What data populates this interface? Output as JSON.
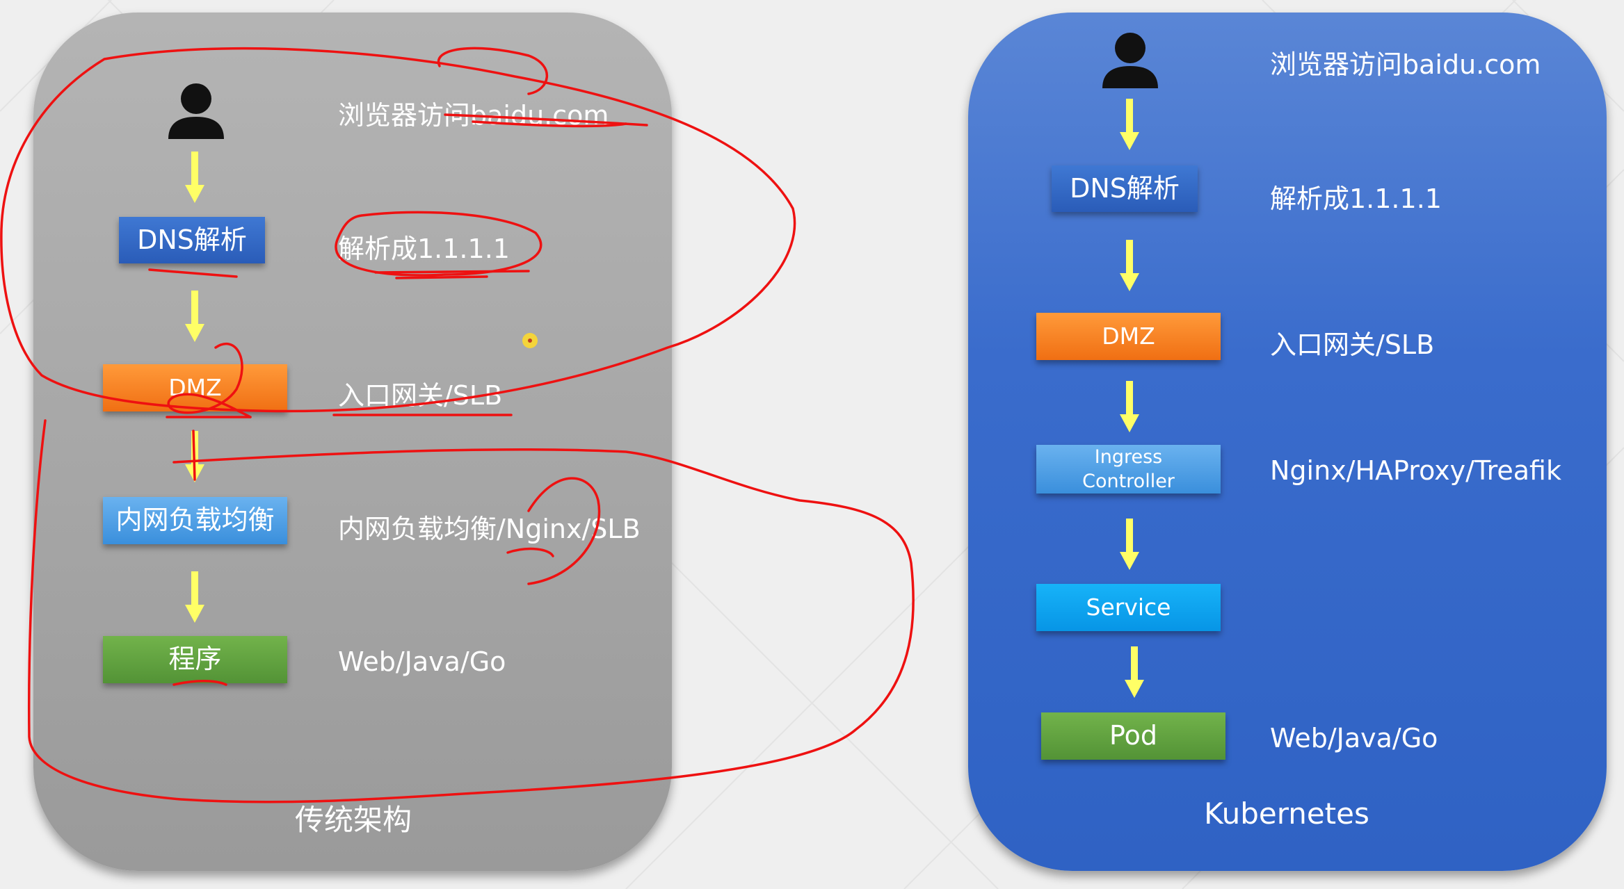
{
  "traditional": {
    "user_label": "浏览器访问baidu.com",
    "dns_node": "DNS解析",
    "dns_label": "解析成1.1.1.1",
    "dmz_node": "DMZ",
    "dmz_label": "入口网关/SLB",
    "lb_node": "内网负载均衡",
    "lb_label": "内网负载均衡/Nginx/SLB",
    "app_node": "程序",
    "app_label": "Web/Java/Go",
    "footer": "传统架构"
  },
  "kubernetes": {
    "user_label": "浏览器访问baidu.com",
    "dns_node": "DNS解析",
    "dns_label": "解析成1.1.1.1",
    "dmz_node": "DMZ",
    "dmz_label": "入口网关/SLB",
    "ingress_line1": "Ingress",
    "ingress_line2": "Controller",
    "ingress_label": "Nginx/HAProxy/Treafik",
    "service_node": "Service",
    "pod_node": "Pod",
    "pod_label": "Web/Java/Go",
    "footer": "Kubernetes"
  },
  "colors": {
    "left_panel": "#a8a8a8",
    "right_panel": "#3a6ccc",
    "dns": "#2f63c2",
    "dmz": "#f47b1e",
    "lb": "#4a9de2",
    "service": "#0ca3ef",
    "app": "#5e9f3d",
    "arrow": "#ffff66",
    "annotation": "#ee1111"
  }
}
